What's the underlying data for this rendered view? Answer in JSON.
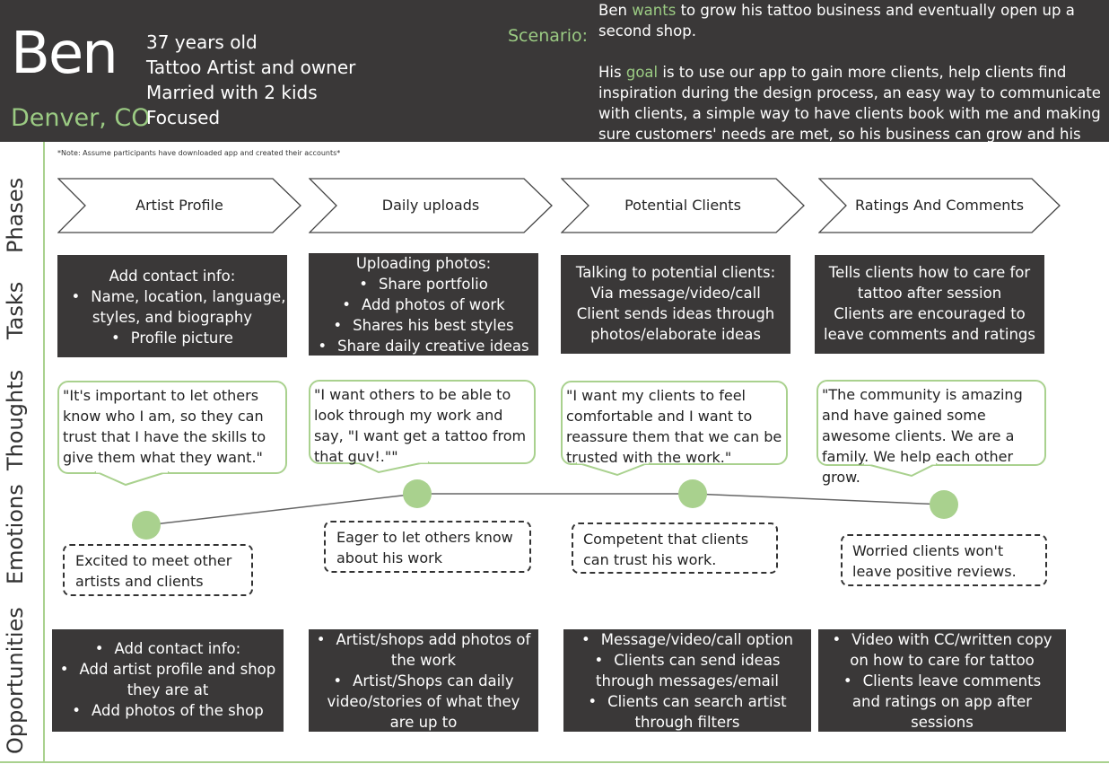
{
  "persona": {
    "name": "Ben",
    "location": "Denver, CO",
    "attributes": [
      "37 years old",
      "Tattoo Artist and owner",
      "Married with 2 kids",
      "Focused"
    ]
  },
  "scenario": {
    "label": "Scenario:",
    "p1_name": "Ben ",
    "p1_highlight": "wants",
    "p1_rest": " to grow his tattoo business and eventually open up a second shop.",
    "p2_start": "His ",
    "p2_highlight": "goal",
    "p2_rest": " is to use our app to gain more clients, help clients find inspiration during the design process, an easy way to communicate with clients, a simple way to have clients book with me and making sure customers' needs are met, so his business can grow and his clients are happy."
  },
  "note": "*Note: Assume participants have downloaded app and created their accounts*",
  "rows": {
    "phases": "Phases",
    "tasks": "Tasks",
    "thoughts": "Thoughts",
    "emotions": "Emotions",
    "opportunities": "Opportunities"
  },
  "phases": [
    "Artist Profile",
    "Daily uploads",
    "Potential Clients",
    "Ratings And Comments"
  ],
  "tasks": [
    [
      "Add contact info:",
      "Name, location, language,",
      "styles, and biography",
      "Profile picture"
    ],
    [
      "Uploading photos:",
      "Share portfolio",
      "Add photos of work",
      "Shares his best styles",
      "Share daily creative ideas"
    ],
    [
      "Talking to potential clients:",
      "Via message/video/call",
      "Client sends ideas through",
      "photos/elaborate ideas"
    ],
    [
      "Tells clients how to care for",
      "tattoo after session",
      "Clients are encouraged to",
      "leave comments and ratings"
    ]
  ],
  "thoughts": [
    "\"It's important to let others know who I am, so they can trust that I have the skills to give them what they want.\"",
    "\"I want others to be able to look through my work and say, \"I want  get a tattoo from that guy!.\"\"",
    "\"I want my clients to feel comfortable and I want to reassure them that we can be trusted with the work.\"",
    "\"The community is amazing and have gained some awesome clients. We are a family. We help each other grow."
  ],
  "emotions": [
    "Excited to meet other artists and clients",
    "Eager to let others know about  his work",
    "Competent that clients can trust his work.",
    "Worried clients won't leave positive reviews."
  ],
  "opportunities": [
    [
      "Add contact info:",
      "Add artist profile and shop",
      "they are at",
      "Add photos of the shop"
    ],
    [
      "Artist/shops add photos of",
      "the work",
      "Artist/Shops can daily",
      "video/stories of what they",
      "are up to"
    ],
    [
      "Message/video/call option",
      "Clients can send ideas",
      "through messages/email",
      "Clients can search artist",
      "through filters"
    ],
    [
      "Video with CC/written copy",
      "on how to care for tattoo",
      "Clients leave comments",
      "and ratings on app after",
      "sessions"
    ]
  ],
  "colors": {
    "dark": "#3a3838",
    "accent": "#9bcb83",
    "border": "#a9d18e"
  }
}
